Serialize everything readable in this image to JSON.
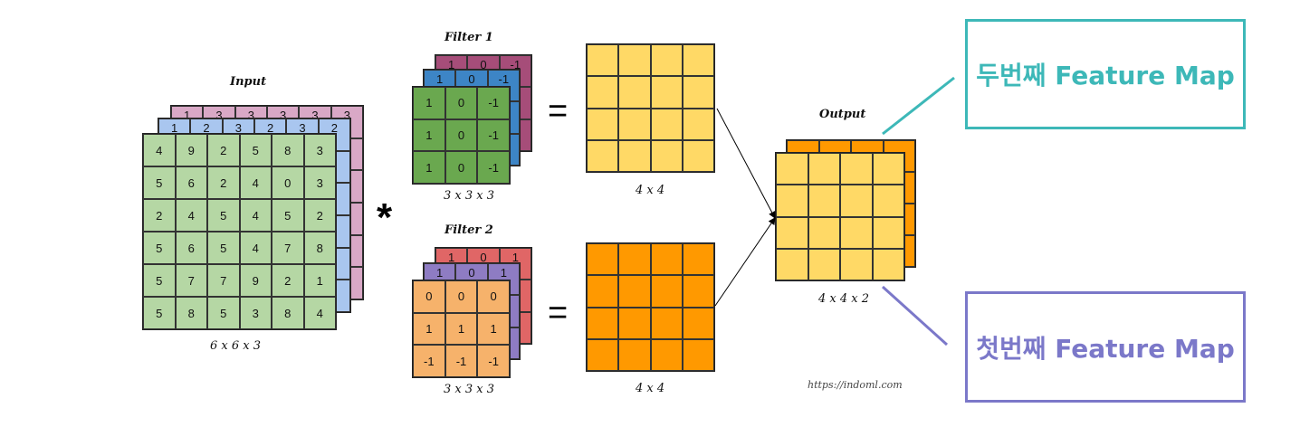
{
  "input": {
    "title": "Input",
    "dims": "6 x 6 x 3",
    "back_first_row": [
      "1",
      "3",
      "3",
      "3",
      "3",
      "3"
    ],
    "middle_first_row": [
      "1",
      "2",
      "3",
      "2",
      "3",
      "2"
    ],
    "values": [
      [
        "4",
        "9",
        "2",
        "5",
        "8",
        "3"
      ],
      [
        "5",
        "6",
        "2",
        "4",
        "0",
        "3"
      ],
      [
        "2",
        "4",
        "5",
        "4",
        "5",
        "2"
      ],
      [
        "5",
        "6",
        "5",
        "4",
        "7",
        "8"
      ],
      [
        "5",
        "7",
        "7",
        "9",
        "2",
        "1"
      ],
      [
        "5",
        "8",
        "5",
        "3",
        "8",
        "4"
      ]
    ],
    "colors": {
      "front": "#b5d7a4",
      "middle": "#a9c6ef",
      "back": "#d9a8c6"
    }
  },
  "filter1": {
    "title": "Filter 1",
    "dims": "3 x 3 x 3",
    "back_first_row": [
      "1",
      "0",
      "-1"
    ],
    "values": [
      [
        "1",
        "0",
        "-1"
      ],
      [
        "1",
        "0",
        "-1"
      ],
      [
        "1",
        "0",
        "-1"
      ]
    ],
    "colors": {
      "front": "#6aa84f",
      "middle": "#3d85c6",
      "back": "#a64d79"
    }
  },
  "filter2": {
    "title": "Filter 2",
    "dims": "3 x 3 x 3",
    "back_first_row": [
      "1",
      "0",
      "1"
    ],
    "values": [
      [
        "0",
        "0",
        "0"
      ],
      [
        "1",
        "1",
        "1"
      ],
      [
        "-1",
        "-1",
        "-1"
      ]
    ],
    "colors": {
      "front": "#f6b26b",
      "middle": "#8e7cc3",
      "back": "#e06666"
    }
  },
  "operators": {
    "convolve": "*",
    "equals": "="
  },
  "result1": {
    "dims": "4 x 4",
    "color": "#ffd966"
  },
  "result2": {
    "dims": "4 x 4",
    "color": "#ff9900"
  },
  "output": {
    "title": "Output",
    "dims": "4 x 4 x 2",
    "colors": {
      "front": "#ffd966",
      "back": "#ff9900"
    }
  },
  "watermark": "https://indoml.com",
  "callouts": {
    "second": {
      "label": "두번째 Feature Map",
      "color": "#3db8b8"
    },
    "first": {
      "label": "첫번째 Feature Map",
      "color": "#7b78c9"
    }
  }
}
